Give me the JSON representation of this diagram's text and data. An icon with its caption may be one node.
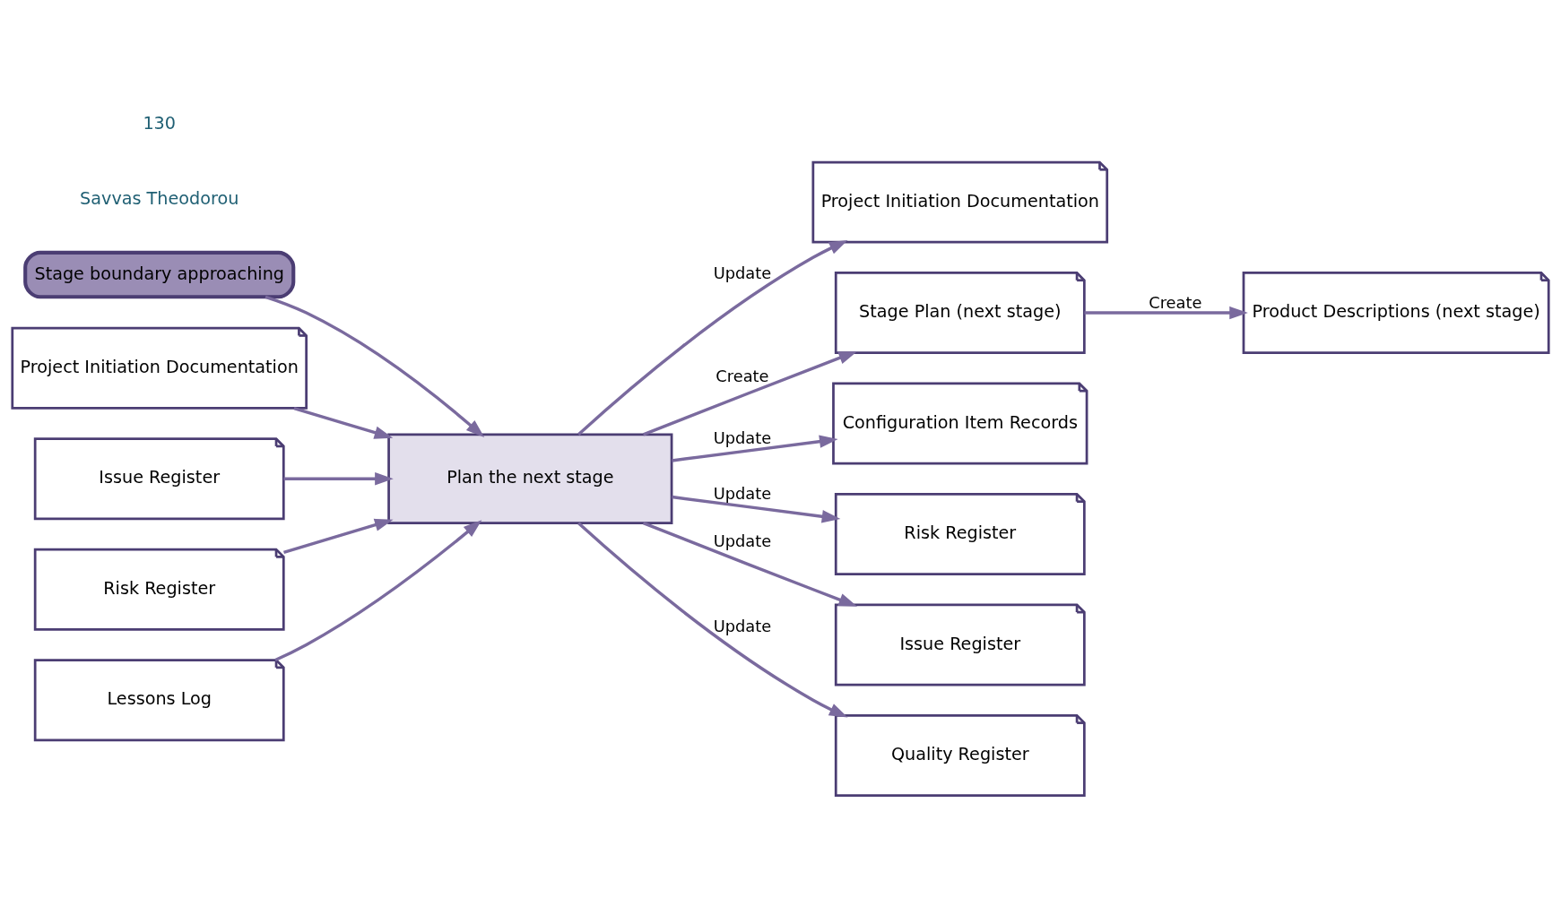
{
  "diagram": {
    "nodes": [
      {
        "text": [
          "Stage boundary approaching"
        ]
      },
      {
        "text": [
          "Plan the next stage"
        ]
      },
      {
        "text": [
          "Project Initiation Documentation"
        ]
      },
      {
        "text": [
          "Issue Register"
        ]
      },
      {
        "text": [
          "Risk Register"
        ]
      },
      {
        "text": [
          "Lessons Log"
        ]
      },
      {
        "text": [
          "Project Initiation Documentation"
        ]
      },
      {
        "text": [
          "Stage Plan (next stage)"
        ]
      },
      {
        "text": [
          "Product Descriptions (next stage)"
        ]
      },
      {
        "text": [
          "Configuration Item Records"
        ]
      },
      {
        "text": [
          "Risk Register"
        ]
      },
      {
        "text": [
          "Issue Register"
        ]
      },
      {
        "text": [
          "Quality Register"
        ]
      }
    ],
    "edges": [
      {
        "from": 0,
        "to": 1,
        "arrow": "to"
      },
      {
        "from": 2,
        "to": 1,
        "arrow": "to"
      },
      {
        "from": 3,
        "to": 1,
        "arrow": "to"
      },
      {
        "from": 4,
        "to": 1,
        "arrow": "to"
      },
      {
        "from": 5,
        "to": 1,
        "arrow": "to"
      },
      {
        "from": 1,
        "to": 6,
        "arrow": "to",
        "label": "Update"
      },
      {
        "from": 1,
        "to": 7,
        "arrow": "to",
        "label": "Create"
      },
      {
        "from": 7,
        "to": 8,
        "arrow": "to",
        "label": "Create"
      },
      {
        "from": 1,
        "to": 9,
        "arrow": "to",
        "label": "Update"
      },
      {
        "from": 1,
        "to": 10,
        "arrow": "to",
        "label": "Update"
      },
      {
        "from": 1,
        "to": 11,
        "arrow": "to",
        "label": "Update"
      },
      {
        "from": 1,
        "to": 12,
        "arrow": "to",
        "label": "Update"
      }
    ],
    "labels": [
      "Savvas Theodorou",
      "130"
    ]
  }
}
